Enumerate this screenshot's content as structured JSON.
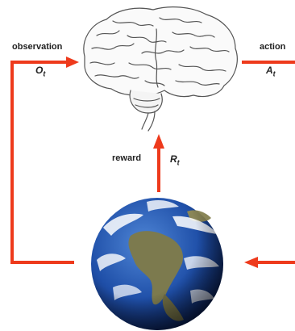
{
  "labels": {
    "observation": "observation",
    "observation_symbol": "O",
    "observation_sub": "t",
    "action": "action",
    "action_symbol": "A",
    "action_sub": "t",
    "reward": "reward",
    "reward_symbol": "R",
    "reward_sub": "t"
  },
  "colors": {
    "arrow": "#ee3a1c",
    "brain_outline": "#555555",
    "ocean": "#1f4fa8",
    "land": "#7c7a4e",
    "clouds": "#ffffff"
  },
  "icons": {
    "agent": "brain-icon",
    "environment": "earth-globe-icon"
  }
}
